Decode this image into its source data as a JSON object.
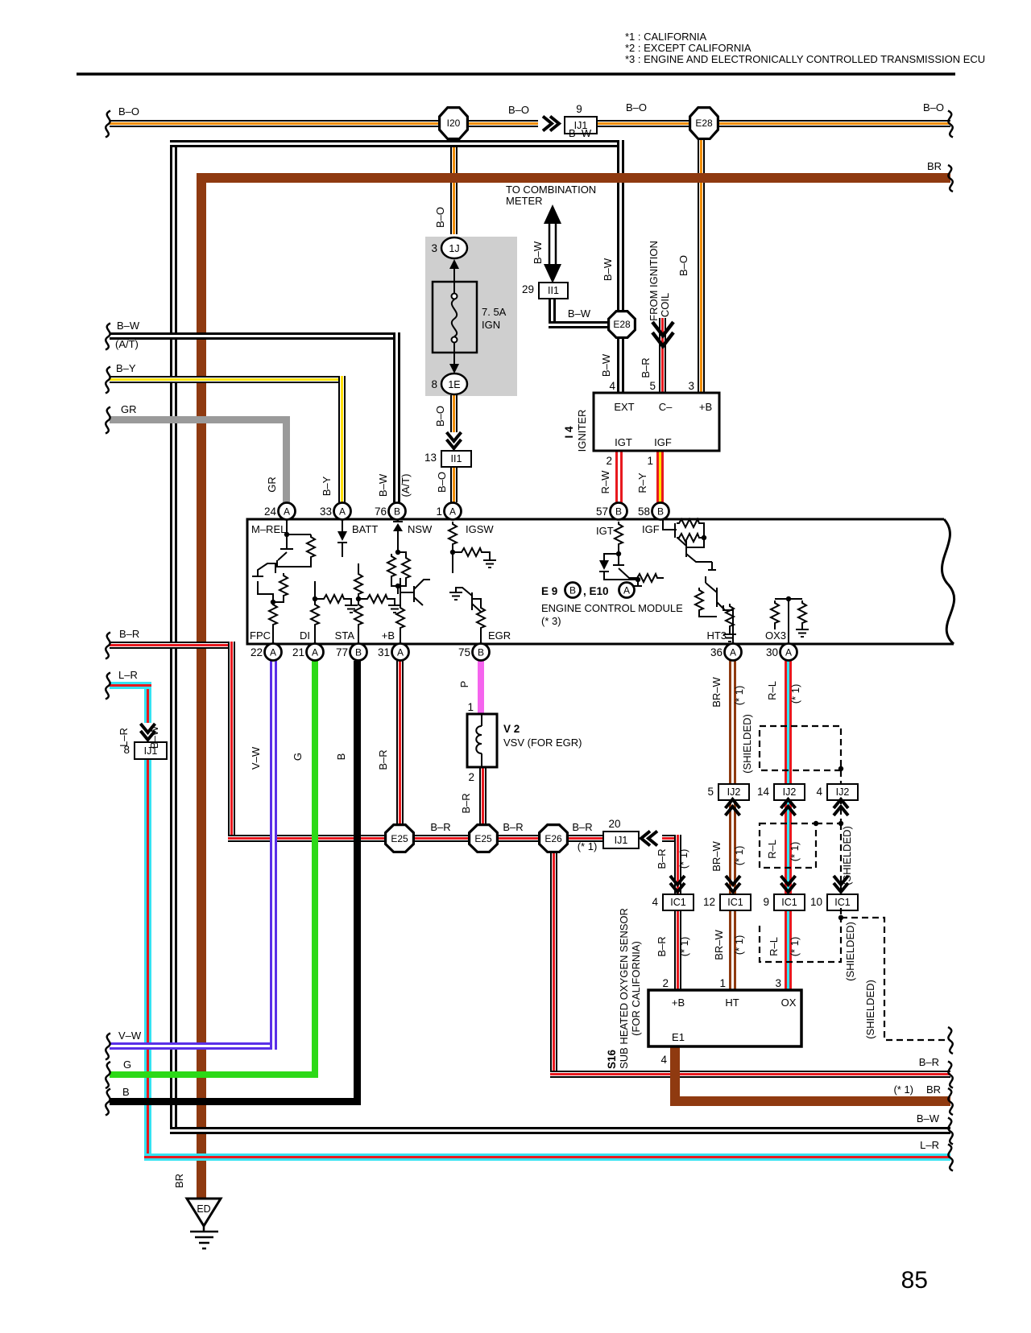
{
  "notes": {
    "n1": "*1 : CALIFORNIA",
    "n2": "*2 : EXCEPT CALIFORNIA",
    "n3": "*3 : ENGINE AND ELECTRONICALLY CONTROLLED TRANSMISSION ECU"
  },
  "page_number": "85",
  "wire_labels": {
    "bo": "B–O",
    "bw": "B–W",
    "at": "(A/T)",
    "by": "B–Y",
    "gr": "GR",
    "br": "BR",
    "br_r": "B–R",
    "lr": "L–R",
    "vw": "V–W",
    "g": "G",
    "b": "B",
    "p": "P",
    "rw": "R–W",
    "ry": "R–Y",
    "brw": "BR–W",
    "rl": "R–L",
    "star1": "(* 1)",
    "shielded": "(SHIELDED)"
  },
  "connectors": {
    "i20": "I20",
    "e28": "E28",
    "e25": "E25",
    "e26": "E26",
    "ij1": "IJ1",
    "ij2": "IJ2",
    "ic1": "IC1",
    "ii1": "II1"
  },
  "pins": {
    "p1": "1",
    "p2": "2",
    "p3": "3",
    "p4": "4",
    "p5": "5",
    "p8": "8",
    "p9": "9",
    "p10": "10",
    "p12": "12",
    "p13": "13",
    "p14": "14",
    "p20": "20",
    "p29": "29"
  },
  "fuse": {
    "rating": "7. 5A",
    "name": "IGN",
    "cav_top": "1J",
    "cav_bottom": "1E"
  },
  "comb_meter": {
    "line1": "TO COMBINATION",
    "line2": "METER"
  },
  "ignition_coil": {
    "line1": "FROM IGNITION",
    "line2": "COIL"
  },
  "igniter": {
    "id": "I 4",
    "name": "IGNITER",
    "pin_ext": "EXT",
    "pin_c": "C–",
    "pin_b": "+B",
    "pin_igt": "IGT",
    "pin_igf": "IGF"
  },
  "ecm": {
    "id_prefix": "E 9",
    "id_letter1": "B",
    "id_mid": ", E10",
    "id_letter2": "A",
    "name": "ENGINE CONTROL MODULE",
    "note": "(* 3)",
    "top_pins": [
      {
        "num": "24",
        "letter": "A",
        "label": "M–REL"
      },
      {
        "num": "33",
        "letter": "A",
        "label": "BATT"
      },
      {
        "num": "76",
        "letter": "B",
        "label": "NSW"
      },
      {
        "num": "1",
        "letter": "A",
        "label": "IGSW"
      },
      {
        "num": "57",
        "letter": "B",
        "label": "IGT"
      },
      {
        "num": "58",
        "letter": "B",
        "label": "IGF"
      }
    ],
    "bottom_pins": [
      {
        "num": "22",
        "letter": "A",
        "label": "FPC"
      },
      {
        "num": "21",
        "letter": "A",
        "label": "DI"
      },
      {
        "num": "77",
        "letter": "B",
        "label": "STA"
      },
      {
        "num": "31",
        "letter": "A",
        "label": "+B"
      },
      {
        "num": "75",
        "letter": "B",
        "label": "EGR"
      },
      {
        "num": "36",
        "letter": "A",
        "label": "HT3"
      },
      {
        "num": "30",
        "letter": "A",
        "label": "OX3"
      }
    ]
  },
  "vsv": {
    "id": "V 2",
    "name": "VSV (FOR EGR)"
  },
  "s16": {
    "id": "S16",
    "name_line1": "SUB HEATED OXYGEN SENSOR",
    "name_line2": "(FOR CALIFORNIA)",
    "pin_b": "+B",
    "pin_ht": "HT",
    "pin_ox": "OX",
    "pin_e1": "E1"
  },
  "ground": {
    "id": "ED"
  },
  "colors": {
    "orange": "#f08c00",
    "yellow": "#ffdf00",
    "red": "#e8191f",
    "cyan": "#35e3f2",
    "violet": "#5a2fe8",
    "green": "#2cd917",
    "pink": "#f564ee",
    "brown": "#8f3a10",
    "gray": "#9a9a9a",
    "panel": "#cfcfcf"
  }
}
